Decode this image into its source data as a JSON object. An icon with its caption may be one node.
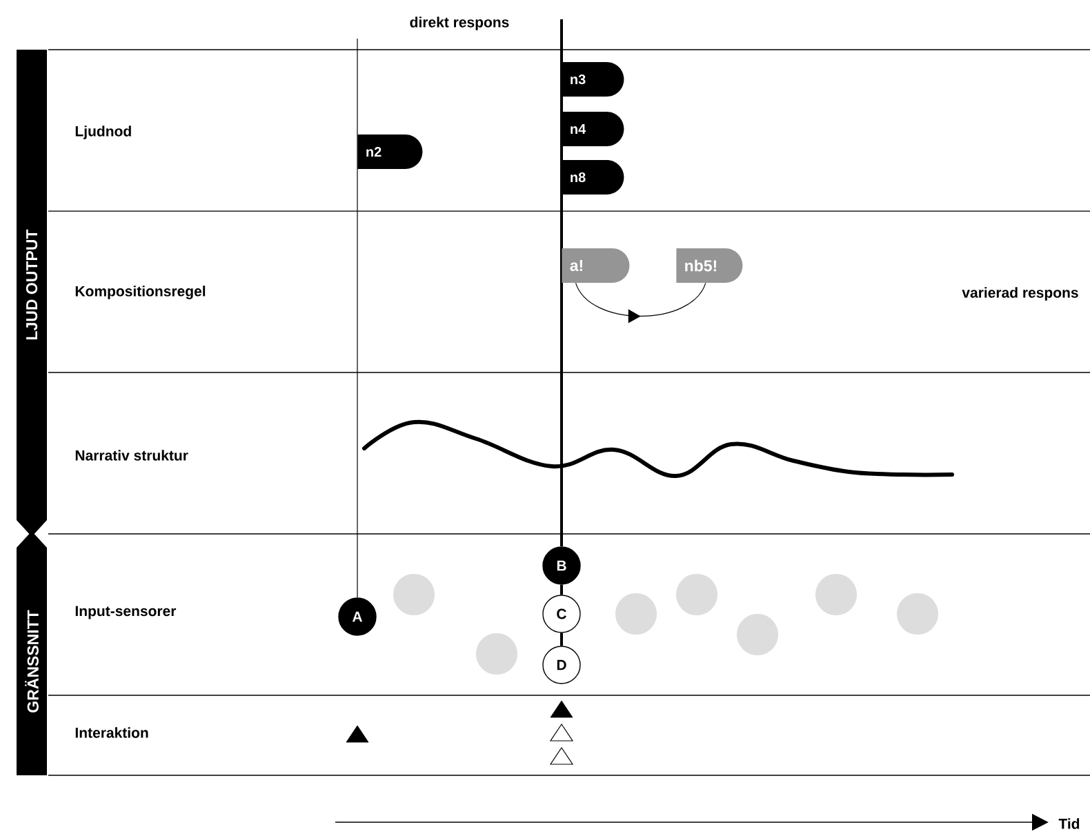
{
  "diagram": {
    "nodes": [
      {
        "text": [
          "LJUD OUTPUT"
        ]
      },
      {
        "text": [
          "n3"
        ]
      },
      {
        "text": [
          "n4"
        ]
      },
      {
        "text": [
          "n2"
        ]
      },
      {
        "text": [
          "n8"
        ]
      },
      {
        "text": [
          "a!"
        ]
      },
      {
        "text": [
          "nb5!"
        ]
      },
      {
        "text": [
          "GRÄNSSNITT"
        ]
      },
      {
        "text": [
          "A"
        ]
      },
      {
        "text": [],
        "shape": "circle"
      },
      {
        "text": [],
        "shape": "circle"
      },
      {
        "text": [
          "B"
        ]
      },
      {
        "text": [
          "C"
        ]
      },
      {
        "text": [
          "D"
        ]
      },
      {
        "text": [],
        "shape": "circle"
      },
      {
        "text": [],
        "shape": "circle"
      },
      {
        "text": [],
        "shape": "circle"
      },
      {
        "text": [],
        "shape": "circle"
      },
      {
        "text": [],
        "shape": "circle"
      }
    ],
    "edges": [
      {
        "from": 5,
        "to": 6,
        "arrow": "to"
      },
      {
        "from": 11,
        "to": 12,
        "arrow": "none"
      },
      {
        "from": 12,
        "to": 13,
        "arrow": "none"
      }
    ],
    "labels": [
      "direkt respons",
      "Ljudnod",
      "Kompositionsregel",
      "varierad respons",
      "Narrativ struktur",
      "Input-sensorer",
      "Interaktion",
      "Tid"
    ]
  }
}
